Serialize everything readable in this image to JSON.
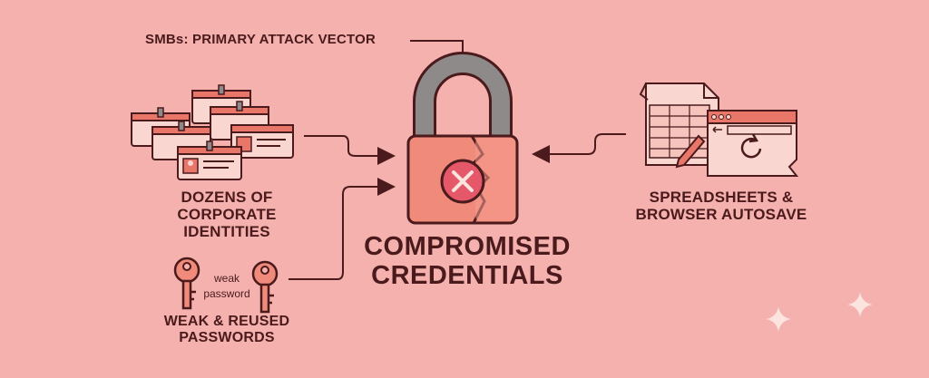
{
  "header": {
    "text": "SMBs: PRIMARY ATTACK VECTOR"
  },
  "center": {
    "line1": "COMPROMISED",
    "line2": "CREDENTIALS"
  },
  "identities": {
    "line1": "DOZENS OF",
    "line2": "CORPORATE IDENTITIES"
  },
  "passwords": {
    "line1": "WEAK & REUSED",
    "line2": "PASSWORDS",
    "key_text_1": "weak",
    "key_text_2": "password"
  },
  "spreadsheets": {
    "line1": "SPREADSHEETS &",
    "line2": "BROWSER AUTOSAVE"
  },
  "colors": {
    "background": "#f4b1ad",
    "ink": "#4a1a1c",
    "accent": "#e8776a",
    "accent_light": "#f6c4bc",
    "card": "#f9d6d0",
    "sparkle": "#fbe3df"
  },
  "icons": [
    "padlock-icon",
    "x-circle-icon",
    "id-badge-icon",
    "key-icon",
    "spreadsheet-icon",
    "browser-window-icon",
    "pencil-icon",
    "refresh-icon",
    "sparkle-icon"
  ]
}
